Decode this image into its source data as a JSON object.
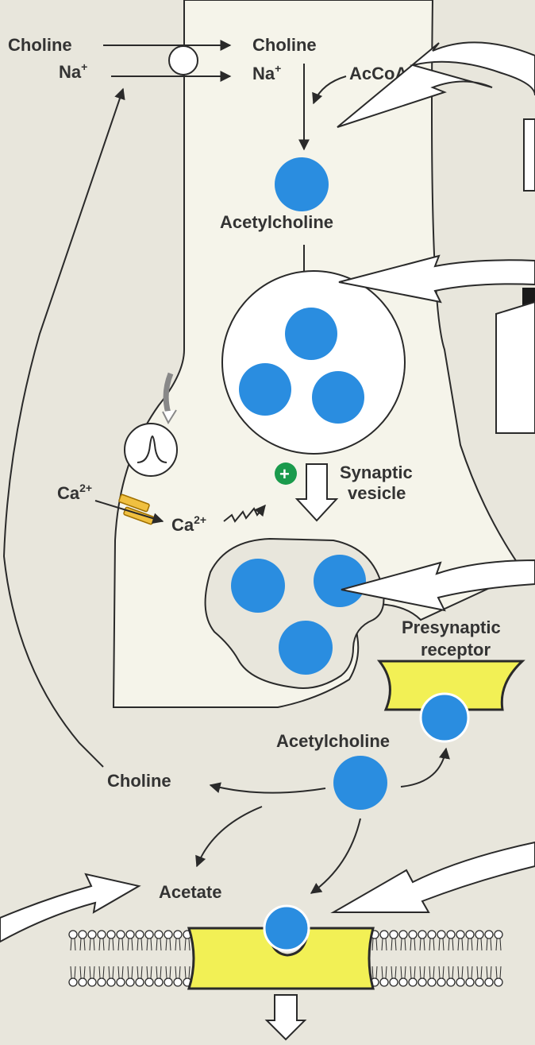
{
  "labels": {
    "choline_out": "Choline",
    "na_out": "Na",
    "na_out_sup": "+",
    "choline_in": "Choline",
    "na_in": "Na",
    "na_in_sup": "+",
    "accoa": "AcCoA",
    "acetylcholine_top": "Acetylcholine",
    "ca_out": "Ca",
    "ca_out_sup": "2+",
    "ca_in": "Ca",
    "ca_in_sup": "2+",
    "synaptic": "Synaptic",
    "vesicle": "vesicle",
    "presynaptic": "Presynaptic",
    "receptor": "receptor",
    "acetylcholine_cleft": "Acetylcholine",
    "choline_cleft": "Choline",
    "acetate": "Acetate",
    "plus_symbol": "+"
  },
  "colors": {
    "background": "#e8e6dc",
    "cytoplasm": "#f5f4ea",
    "molecule": "#2a8de0",
    "receptor": "#f2f055",
    "plus": "#1a9a4c",
    "ca_channel": "#f0c040",
    "outline": "#2a2a2a"
  }
}
